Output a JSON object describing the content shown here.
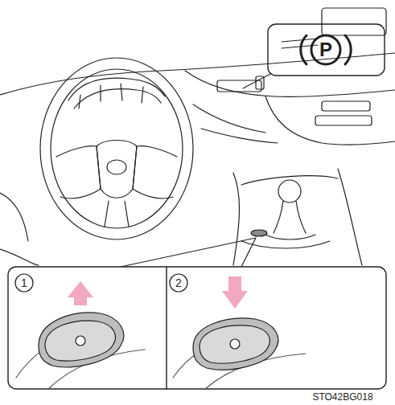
{
  "diagram": {
    "labels": [
      "P",
      "1",
      "2",
      "STO42BG018"
    ]
  }
}
